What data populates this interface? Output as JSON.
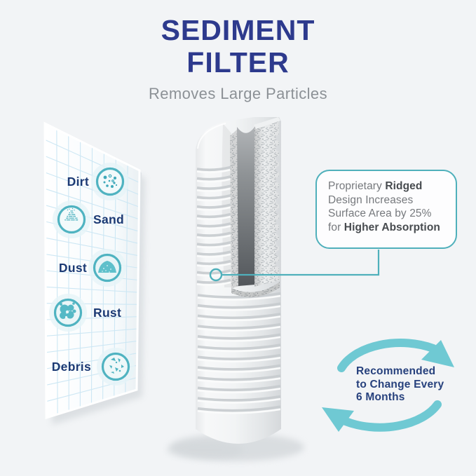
{
  "header": {
    "title_line1": "SEDIMENT",
    "title_line2": "FILTER",
    "subtitle": "Removes Large Particles"
  },
  "particle_panel": {
    "items": [
      {
        "label": "Dirt",
        "icon": "dirt-particles-icon"
      },
      {
        "label": "Sand",
        "icon": "sand-pile-icon"
      },
      {
        "label": "Dust",
        "icon": "dust-mound-icon"
      },
      {
        "label": "Rust",
        "icon": "rust-flakes-icon"
      },
      {
        "label": "Debris",
        "icon": "debris-pieces-icon"
      }
    ]
  },
  "callout": {
    "part1_regular": "Proprietary ",
    "part1_bold": "Ridged",
    "part2_regular": " Design Increases Surface Area by 25% for ",
    "part2_bold": "Higher Absorption"
  },
  "recommendation": {
    "line1": "Recommended",
    "line2": "to Change Every",
    "line3": "6 Months"
  },
  "colors": {
    "accent_teal": "#4fb0bb",
    "arrow_teal": "#6fc9d3",
    "title_navy": "#2d3a8d",
    "label_navy": "#1c3a74",
    "subtitle_gray": "#8c9196",
    "callout_text_gray": "#76797d",
    "callout_text_bold": "#474b4f",
    "grid_blue": "#cde7f4",
    "background": "#f2f4f6"
  }
}
